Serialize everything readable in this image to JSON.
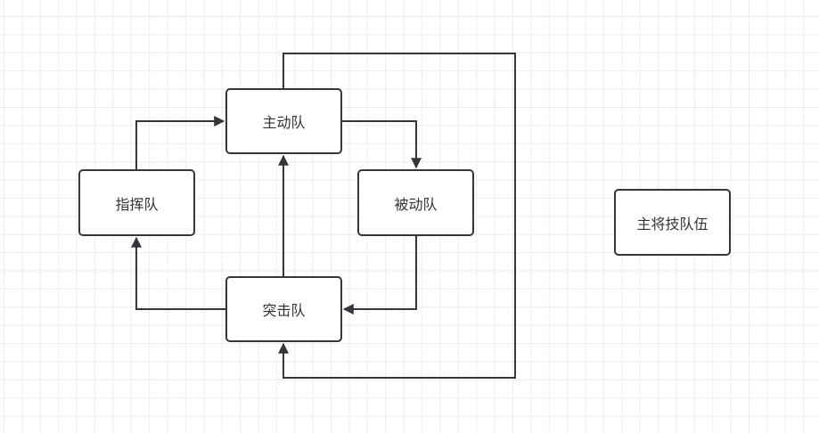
{
  "diagram": {
    "nodes": [
      {
        "id": "main",
        "label": "主动队"
      },
      {
        "id": "command",
        "label": "指挥队"
      },
      {
        "id": "passive",
        "label": "被动队"
      },
      {
        "id": "assault",
        "label": "突击队"
      },
      {
        "id": "generals",
        "label": "主将技队伍"
      }
    ],
    "edges": [
      {
        "from": "command",
        "to": "main"
      },
      {
        "from": "main",
        "to": "passive"
      },
      {
        "from": "passive",
        "to": "assault"
      },
      {
        "from": "assault",
        "to": "main"
      },
      {
        "from": "assault",
        "to": "command"
      },
      {
        "from": "main",
        "to": "assault",
        "route": "loop-right"
      }
    ],
    "colors": {
      "stroke": "#33373d",
      "node_fill": "#ffffff",
      "grid": "#ececec"
    }
  }
}
